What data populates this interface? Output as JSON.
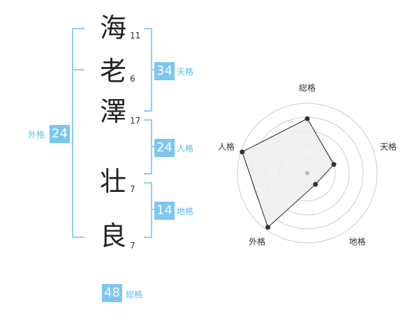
{
  "name": {
    "characters": [
      {
        "char": "海",
        "strokes": "11"
      },
      {
        "char": "老",
        "strokes": "6"
      },
      {
        "char": "澤",
        "strokes": "17"
      },
      {
        "char": "壮",
        "strokes": "7"
      },
      {
        "char": "良",
        "strokes": "7"
      }
    ]
  },
  "scores": {
    "tenkaku": {
      "value": "34",
      "label": "天格"
    },
    "jinkaku": {
      "value": "24",
      "label": "人格"
    },
    "chikaku": {
      "value": "14",
      "label": "地格"
    },
    "gaikaku": {
      "value": "24",
      "label": "外格"
    },
    "soukaku": {
      "value": "48",
      "label": "総格"
    }
  },
  "colors": {
    "accent": "#7cc6f2",
    "bracket": "#8ecff5",
    "label": "#5fb8ee",
    "radar_fill": "#efefef",
    "radar_stroke": "#222222"
  },
  "chart_data": {
    "type": "radar",
    "axes": [
      "総格",
      "天格",
      "地格",
      "外格",
      "人格"
    ],
    "values": [
      0.78,
      0.4,
      0.2,
      0.96,
      0.98
    ],
    "max": 1,
    "rings": 5
  }
}
